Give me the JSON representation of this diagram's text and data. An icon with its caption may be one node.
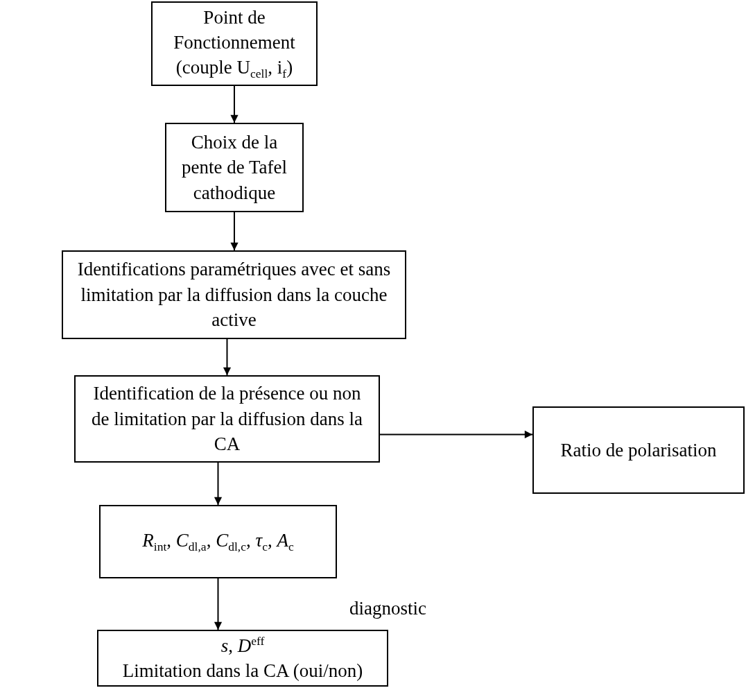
{
  "diagram": {
    "nodes": [
      {
        "text": [
          "Point de Fonctionnement",
          "(couple U$_{cell}$, i$_{f}$)"
        ]
      },
      {
        "text": [
          "Choix de la pente de Tafel cathodique"
        ]
      },
      {
        "text": [
          "Identifications paramétriques avec et sans limitation par la diffusion dans la couche active"
        ]
      },
      {
        "text": [
          "Identification de la présence ou non de limitation par la diffusion dans la CA"
        ]
      },
      {
        "text": [
          "Ratio de polarisation"
        ]
      },
      {
        "text": [
          "*R*$_{int}$, *C*$_{dl,a}$, *C*$_{dl,c}$, *τ*$_{c}$, *A*$_{c}$"
        ]
      },
      {
        "text": [
          "*s*, *D*$^{eff}$",
          "Limitation dans la CA (oui/non)"
        ]
      }
    ],
    "edges": [
      {
        "from": 0,
        "to": 1,
        "arrow": "to"
      },
      {
        "from": 1,
        "to": 2,
        "arrow": "to"
      },
      {
        "from": 2,
        "to": 3,
        "arrow": "to"
      },
      {
        "from": 3,
        "to": 4,
        "arrow": "to"
      },
      {
        "from": 3,
        "to": 5,
        "arrow": "to"
      },
      {
        "from": 5,
        "to": 6,
        "arrow": "to"
      }
    ],
    "labels": [
      "diagnostic"
    ]
  }
}
